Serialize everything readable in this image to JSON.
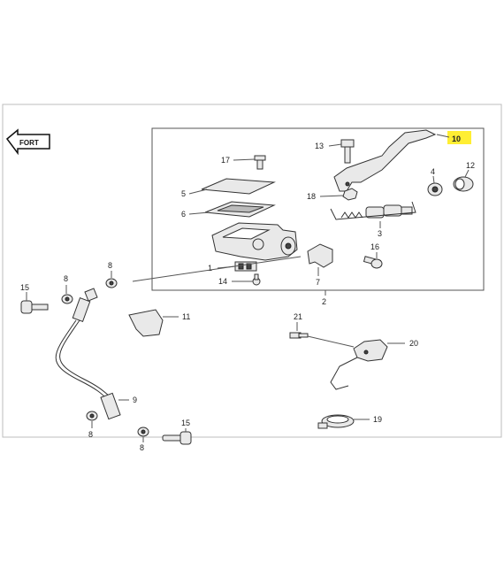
{
  "forward_badge": "FORT",
  "highlighted_callout": "10",
  "colors": {
    "highlight": "#ffee33",
    "line": "#333333",
    "part_fill": "#e9e9e9"
  },
  "callouts": {
    "c1": "1",
    "c2": "2",
    "c3": "3",
    "c4": "4",
    "c5": "5",
    "c6": "6",
    "c7": "7",
    "c8a": "8",
    "c8b": "8",
    "c8c": "8",
    "c8d": "8",
    "c9": "9",
    "c10": "10",
    "c11": "11",
    "c12": "12",
    "c13": "13",
    "c14": "14",
    "c15a": "15",
    "c15b": "15",
    "c16": "16",
    "c17": "17",
    "c18": "18",
    "c19": "19",
    "c20": "20",
    "c21": "21"
  }
}
